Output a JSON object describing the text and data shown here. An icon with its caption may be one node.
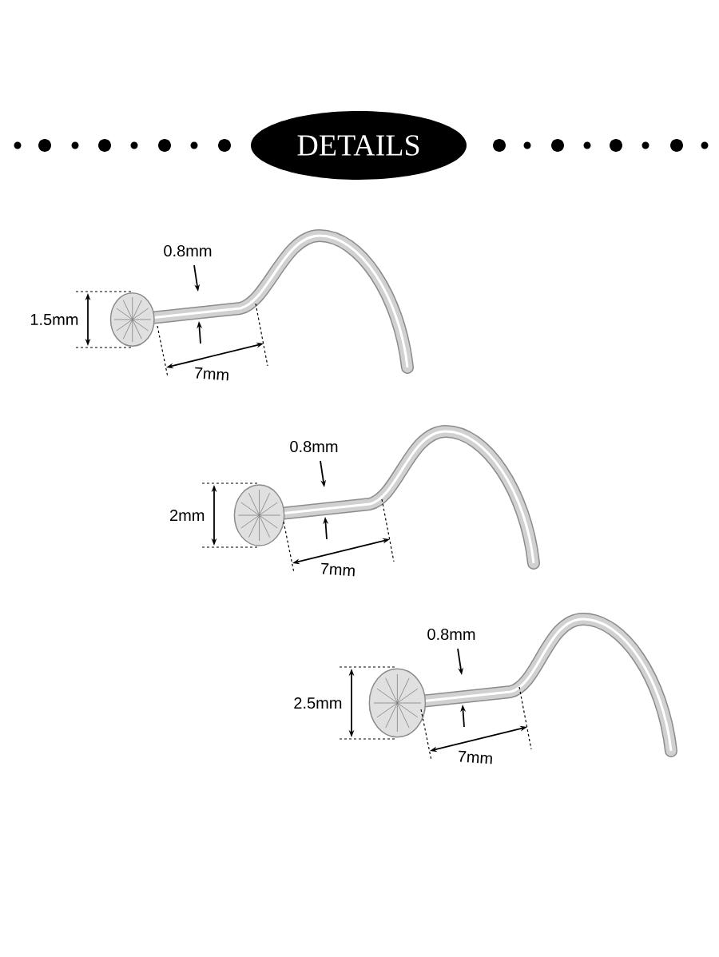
{
  "diagram": {
    "nodes": [
      {
        "text": [
          "DETAILS"
        ]
      }
    ],
    "labels": [
      "0.8mm",
      "1.5mm",
      "7mm",
      "0.8mm",
      "2mm",
      "7mm",
      "0.8mm",
      "2.5mm",
      "7mm"
    ]
  }
}
